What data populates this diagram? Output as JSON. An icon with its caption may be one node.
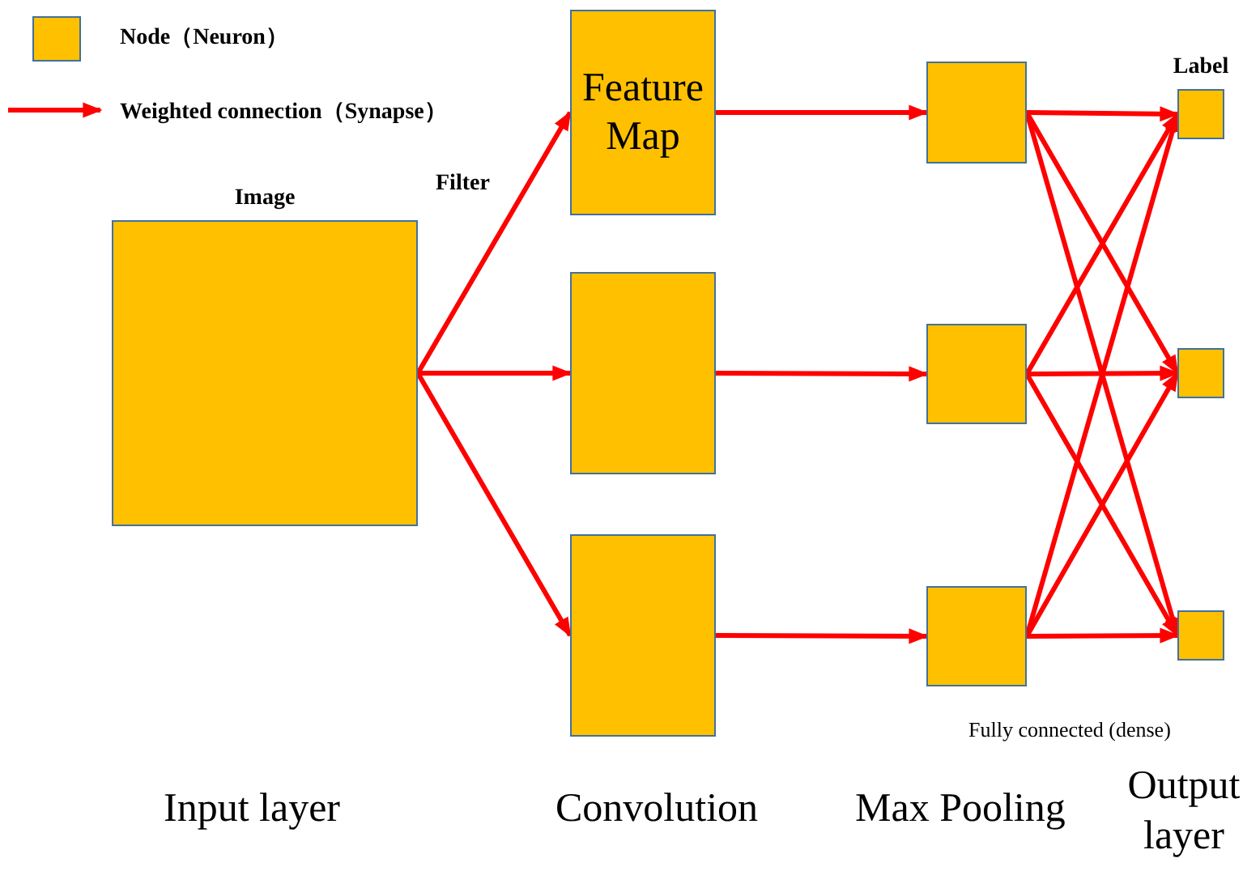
{
  "diagram": {
    "nodes": [
      {
        "text": [
          "Image"
        ]
      },
      {
        "text": [
          "Feature Map"
        ]
      },
      {
        "text": [],
        "shape": "box"
      },
      {
        "text": [],
        "shape": "box"
      },
      {
        "text": [],
        "shape": "box"
      },
      {
        "text": [],
        "shape": "box"
      },
      {
        "text": [],
        "shape": "box"
      },
      {
        "text": [
          "Label"
        ]
      },
      {
        "text": [],
        "shape": "box"
      },
      {
        "text": [],
        "shape": "box"
      }
    ],
    "edges": [
      {
        "from": 0,
        "to": 1,
        "arrow": "to"
      },
      {
        "from": 0,
        "to": 2,
        "arrow": "to"
      },
      {
        "from": 0,
        "to": 3,
        "arrow": "to"
      },
      {
        "from": 1,
        "to": 4,
        "arrow": "to"
      },
      {
        "from": 2,
        "to": 5,
        "arrow": "to"
      },
      {
        "from": 3,
        "to": 6,
        "arrow": "to"
      },
      {
        "from": 4,
        "to": 7,
        "arrow": "to"
      },
      {
        "from": 4,
        "to": 8,
        "arrow": "to"
      },
      {
        "from": 4,
        "to": 9,
        "arrow": "to"
      },
      {
        "from": 5,
        "to": 7,
        "arrow": "to"
      },
      {
        "from": 5,
        "to": 8,
        "arrow": "to"
      },
      {
        "from": 5,
        "to": 9,
        "arrow": "to"
      },
      {
        "from": 6,
        "to": 7,
        "arrow": "to"
      },
      {
        "from": 6,
        "to": 8,
        "arrow": "to"
      },
      {
        "from": 6,
        "to": 9,
        "arrow": "to"
      }
    ],
    "labels": [
      "Filter",
      "Fully connected (dense)",
      "Input layer",
      "Convolution",
      "Max Pooling",
      "Output layer"
    ],
    "legend": [
      {
        "text": "Node（Neuron）",
        "color": "#ffc000"
      },
      {
        "text": "Weighted connection（Synapse）"
      }
    ]
  }
}
